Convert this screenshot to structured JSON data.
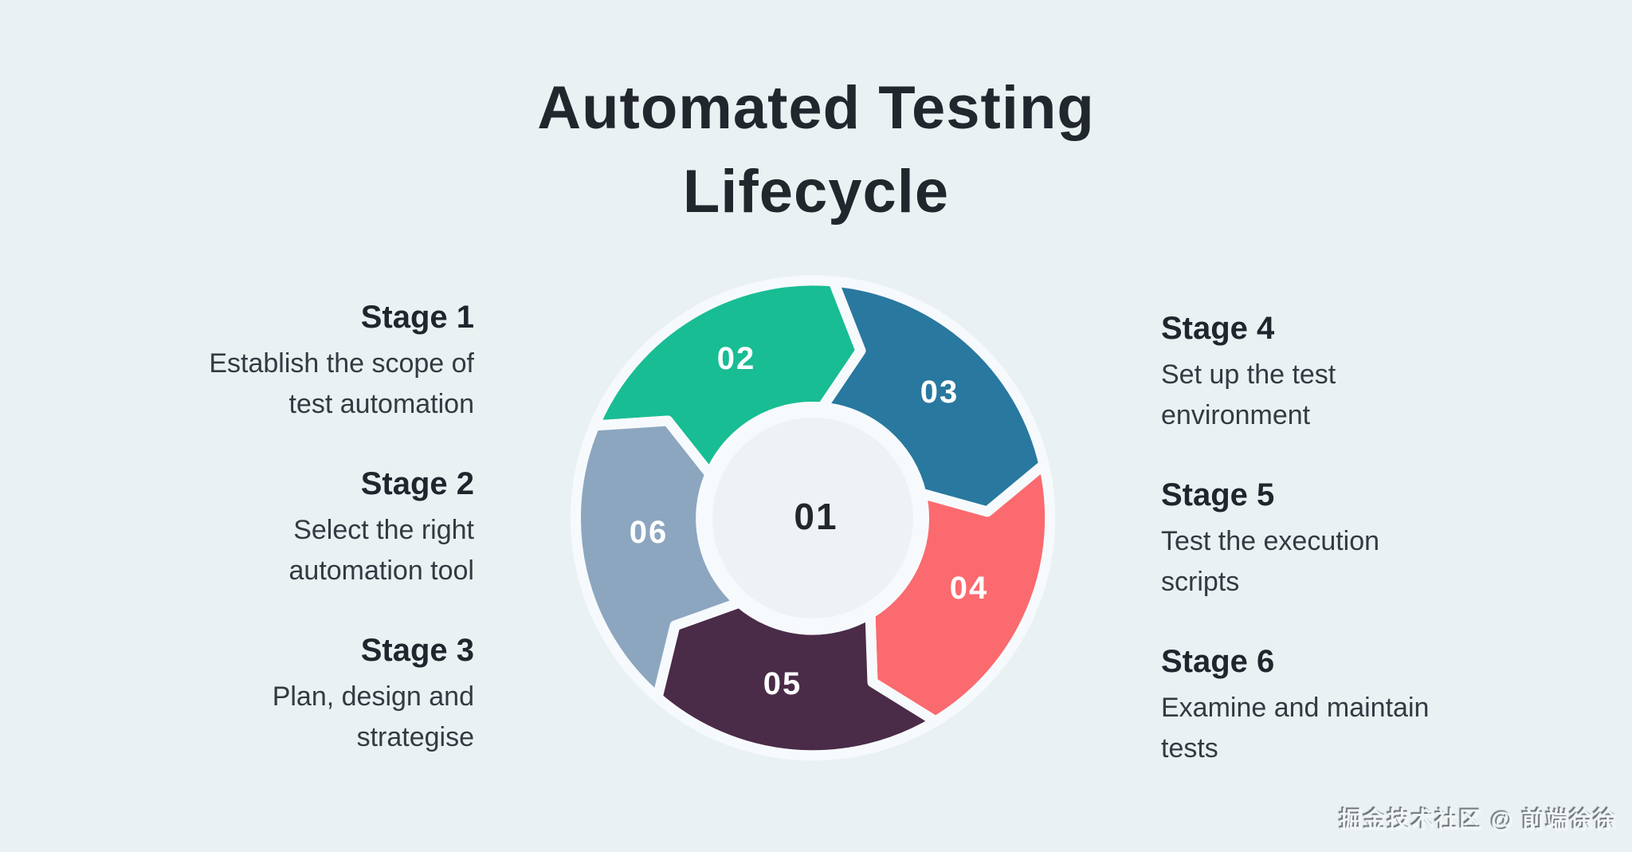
{
  "title": {
    "line1": "Automated Testing",
    "line2": "Lifecycle"
  },
  "stages_left": [
    {
      "heading": "Stage 1",
      "description": "Establish the scope of test automation"
    },
    {
      "heading": "Stage 2",
      "description": "Select the right automation tool"
    },
    {
      "heading": "Stage 3",
      "description": "Plan, design and strategise"
    }
  ],
  "stages_right": [
    {
      "heading": "Stage 4",
      "description": "Set up the test environment"
    },
    {
      "heading": "Stage 5",
      "description": "Test the execution scripts"
    },
    {
      "heading": "Stage 6",
      "description": "Examine and maintain tests"
    }
  ],
  "diagram": {
    "center_label": "01",
    "segments": [
      {
        "label": "02",
        "color": "#18bd94"
      },
      {
        "label": "03",
        "color": "#29789f"
      },
      {
        "label": "04",
        "color": "#fb6a6e"
      },
      {
        "label": "05",
        "color": "#4a2b48"
      },
      {
        "label": "06",
        "color": "#8ca6c0"
      }
    ]
  },
  "watermark": "掘金技术社区 @ 前端徐徐",
  "colors": {
    "background": "#eaf1f3",
    "gap_stroke": "#f7fafc",
    "center_circle": "#edf3f5",
    "title_text": "#22272e",
    "body_text": "#333a41"
  }
}
